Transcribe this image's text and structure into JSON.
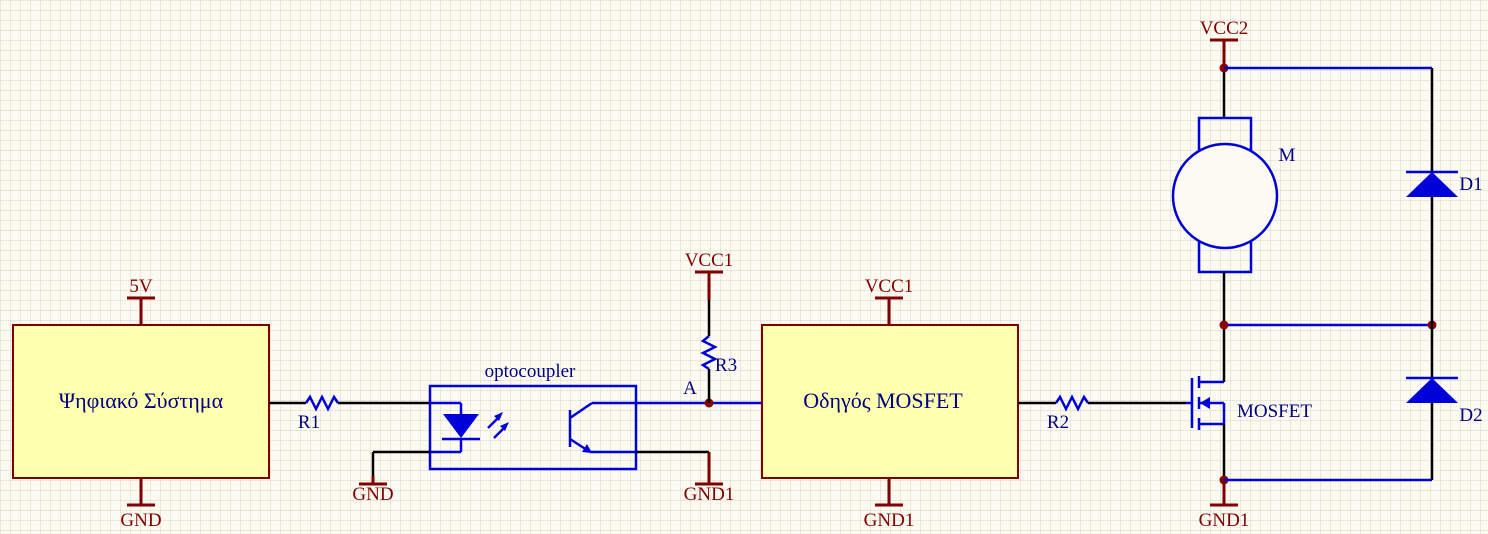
{
  "blocks": {
    "digital_system": "Ψηφιακό Σύστημα",
    "mosfet_driver": "Οδηγός MOSFET"
  },
  "power_labels": {
    "supply_5v": "5V",
    "gnd_digital": "GND",
    "gnd_opto_led": "GND",
    "vcc1_pullup": "VCC1",
    "gnd1_opto": "GND1",
    "vcc1_driver": "VCC1",
    "gnd1_driver": "GND1",
    "vcc2": "VCC2",
    "gnd1_mosfet": "GND1"
  },
  "components": {
    "r1": "R1",
    "r2": "R2",
    "r3": "R3",
    "optocoupler": "optocoupler",
    "node_a": "A",
    "motor": "M",
    "mosfet": "MOSFET",
    "d1": "D1",
    "d2": "D2"
  },
  "colors": {
    "wire": "#0000d8",
    "power": "#800000",
    "block_fill": "#ffffb0",
    "block_border": "#800000",
    "background": "#fcfaf1"
  }
}
